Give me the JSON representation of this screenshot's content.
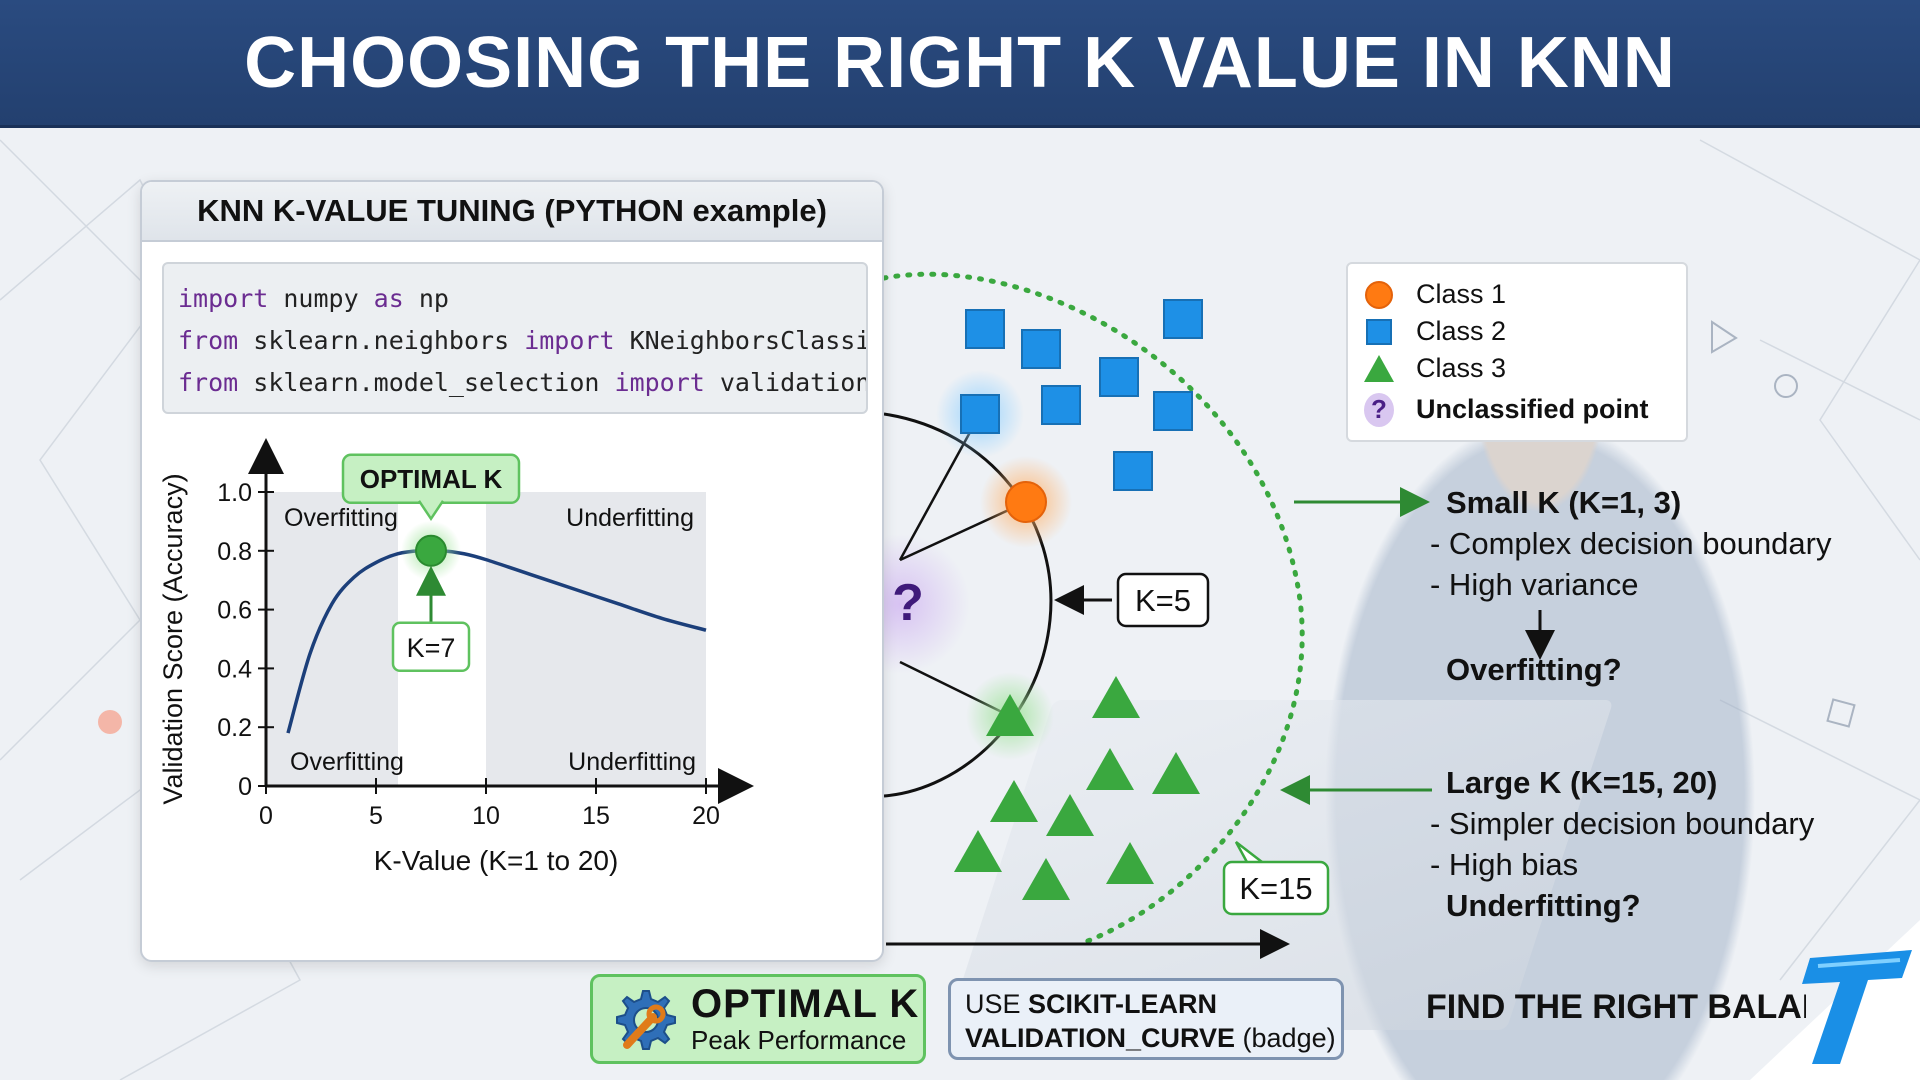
{
  "header": {
    "title": "CHOOSING THE RIGHT K VALUE IN KNN"
  },
  "panel": {
    "title": "KNN K-VALUE TUNING (PYTHON example)",
    "code": [
      {
        "kw1": "import",
        "t1": " numpy ",
        "kw2": "as",
        "t2": " np"
      },
      {
        "kw1": "from",
        "t1": " sklearn.neighbors ",
        "kw2": "import",
        "t2": " KNeighborsClassifier"
      },
      {
        "kw1": "from",
        "t1": " sklearn.model_selection ",
        "kw2": "import",
        "t2": " validation_curve"
      }
    ]
  },
  "chart_data": {
    "type": "line",
    "xlabel": "K-Value (K=1 to 20)",
    "ylabel": "Validation Score (Accuracy)",
    "xlim": [
      0,
      20
    ],
    "ylim": [
      0,
      1.0
    ],
    "x_ticks": [
      "0",
      "5",
      "10",
      "15",
      "20"
    ],
    "y_ticks": [
      "0",
      "0.2",
      "0.4",
      "0.6",
      "0.8",
      "1.0"
    ],
    "series": [
      {
        "x": [
          1,
          2,
          3,
          4,
          5,
          6,
          7,
          8,
          9,
          10,
          12,
          14,
          16,
          18,
          20
        ],
        "values": [
          0.18,
          0.45,
          0.62,
          0.71,
          0.76,
          0.79,
          0.8,
          0.8,
          0.79,
          0.77,
          0.72,
          0.67,
          0.62,
          0.57,
          0.53
        ]
      }
    ],
    "optimal": {
      "x": 7.5,
      "y": 0.8,
      "label": "OPTIMAL K",
      "k_label": "K=7"
    },
    "optimal_band": [
      6,
      10
    ],
    "regions": {
      "top_left": "Overfitting",
      "top_right": "Underfitting",
      "bottom_left": "Overfitting",
      "bottom_right": "Underfitting"
    },
    "grid": false
  },
  "diagram": {
    "k5_label": "K=5",
    "k15_label": "K=15",
    "unclassified_symbol": "?"
  },
  "legend": {
    "items": [
      {
        "label": "Class 1",
        "marker": "circle",
        "color": "#ff7a12"
      },
      {
        "label": "Class 2",
        "marker": "square",
        "color": "#1e90e6"
      },
      {
        "label": "Class 3",
        "marker": "triangle",
        "color": "#3aa83f"
      },
      {
        "label": "Unclassified point",
        "marker": "question",
        "color": "#4a1f86"
      }
    ]
  },
  "small_k": {
    "title": "Small K (K=1, 3)",
    "line1": "- Complex decision boundary",
    "line2": "- High variance",
    "result": "Overfitting?"
  },
  "large_k": {
    "title": "Large K (K=15, 20)",
    "line1": "- Simpler decision boundary",
    "line2": "- High bias",
    "result": "Underfitting?"
  },
  "badges": {
    "optimal_title": "OPTIMAL K",
    "optimal_sub": "Peak Performance",
    "use_prefix": "USE ",
    "use_bold1": "SCIKIT-LEARN",
    "use_bold2": "VALIDATION_CURVE",
    "use_suffix": " (badge)",
    "find": "FIND THE RIGHT BALANCE"
  },
  "colors": {
    "header": "#23406f",
    "curve": "#1c3f7a",
    "class1": "#ff7a12",
    "class2": "#1e90e6",
    "class3": "#3aa83f",
    "boundary_dotted": "#3aa83f",
    "optimal_green": "#3aa83f"
  }
}
